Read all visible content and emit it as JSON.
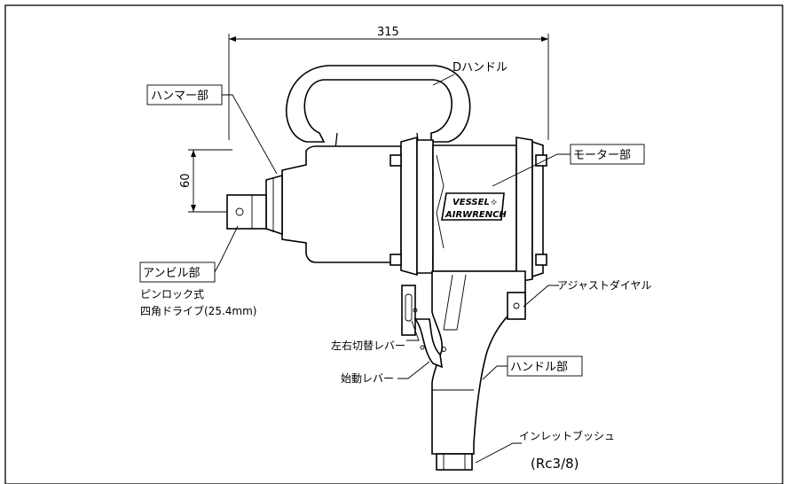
{
  "dimensions": {
    "width": "315",
    "height": "60"
  },
  "labels": {
    "d_handle": "Dハンドル",
    "hammer": "ハンマー部",
    "motor": "モーター部",
    "anvil": "アンビル部",
    "anvil_note1": "ピンロック式",
    "anvil_note2": "四角ドライブ(25.4mm)",
    "adjust_dial": "アジャストダイヤル",
    "switch_lever": "左右切替レバー",
    "start_lever": "始動レバー",
    "handle": "ハンドル部",
    "inlet": "インレットブッシュ",
    "inlet_size": "(Rc3/8)"
  },
  "logo": {
    "line1": "VESSEL",
    "line2": "AIRWRENCH"
  },
  "colors": {
    "line": "#000000",
    "background": "#ffffff"
  }
}
